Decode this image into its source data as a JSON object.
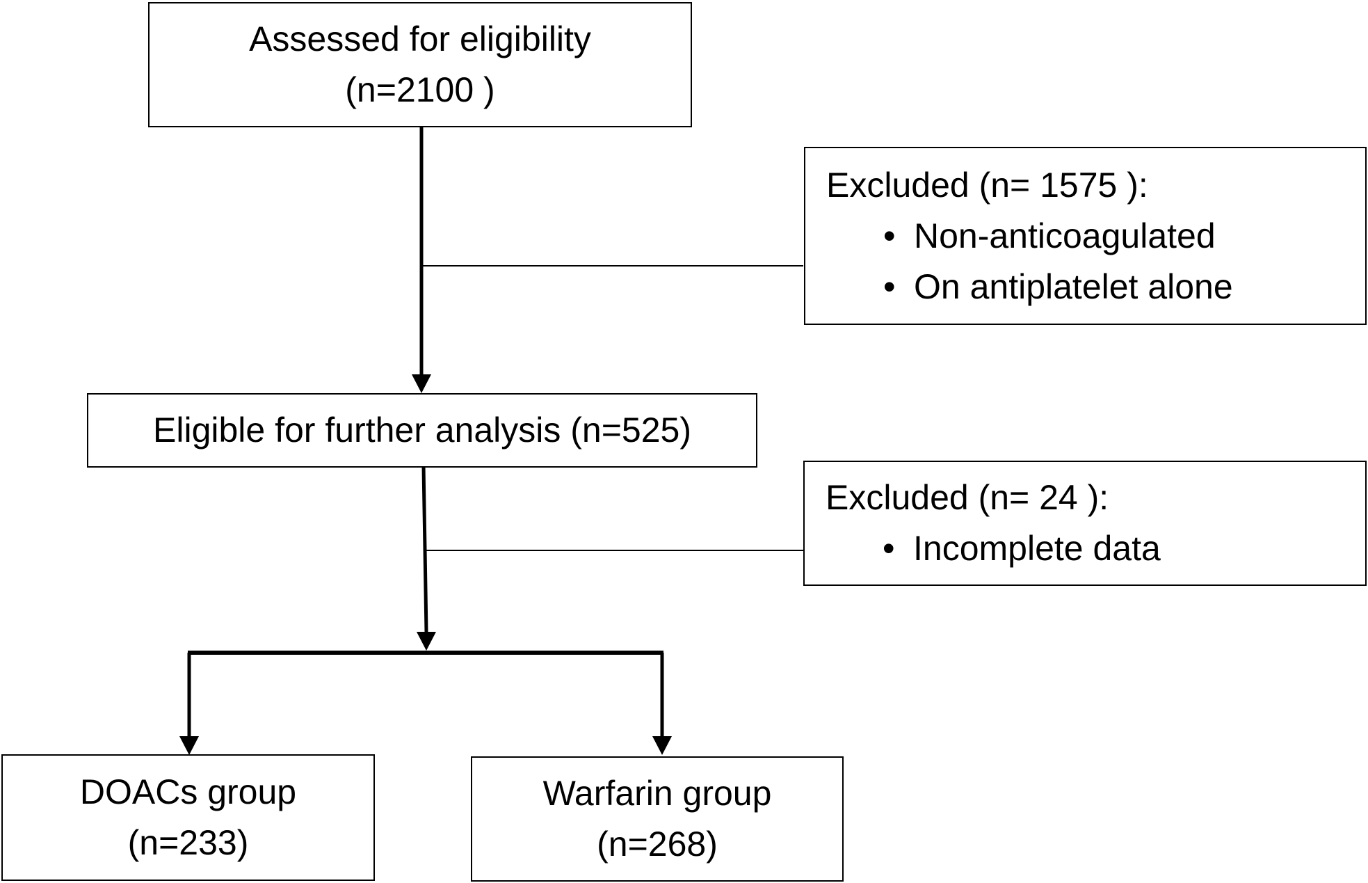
{
  "flowchart": {
    "assessed": {
      "line1": "Assessed for eligibility",
      "line2": "(n=2100 )"
    },
    "excluded_first": {
      "title": "Excluded (n= 1575 ):",
      "items": [
        "Non-anticoagulated",
        "On antiplatelet alone"
      ]
    },
    "eligible": {
      "label": "Eligible for further analysis (n=525)"
    },
    "excluded_second": {
      "title": "Excluded (n= 24 ):",
      "items": [
        "Incomplete data"
      ]
    },
    "doacs": {
      "line1": "DOACs group",
      "line2": "(n=233)"
    },
    "warfarin": {
      "line1": "Warfarin group",
      "line2": "(n=268)"
    },
    "bullet_glyph": "•"
  },
  "colors": {
    "line": "#000000",
    "box_border": "#000000",
    "background": "#ffffff"
  }
}
